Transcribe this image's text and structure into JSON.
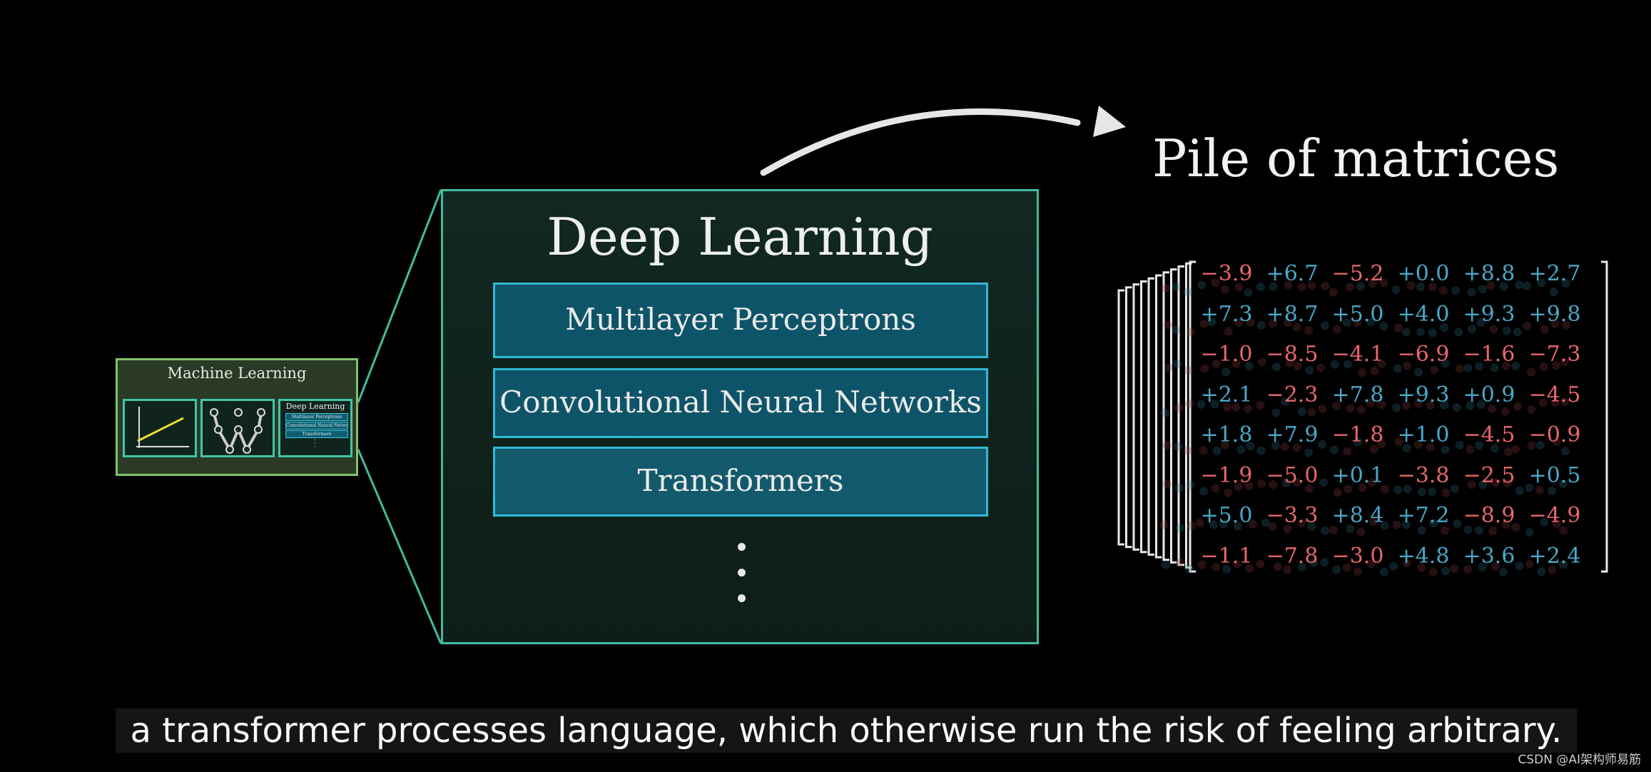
{
  "machine_learning": {
    "title": "Machine Learning",
    "deep_learning_mini": {
      "title": "Deep Learning",
      "items": [
        "Multilayer Perceptrons",
        "Convolutional Neural Networks",
        "Transformers"
      ]
    }
  },
  "deep_learning": {
    "title": "Deep Learning",
    "items": [
      "Multilayer Perceptrons",
      "Convolutional Neural Networks",
      "Transformers"
    ]
  },
  "pile": {
    "title": "Pile of matrices",
    "matrix": [
      [
        "−3.9",
        "+6.7",
        "−5.2",
        "+0.0",
        "+8.8",
        "+2.7"
      ],
      [
        "+7.3",
        "+8.7",
        "+5.0",
        "+4.0",
        "+9.3",
        "+9.8"
      ],
      [
        "−1.0",
        "−8.5",
        "−4.1",
        "−6.9",
        "−1.6",
        "−7.3"
      ],
      [
        "+2.1",
        "−2.3",
        "+7.8",
        "+9.3",
        "+0.9",
        "−4.5"
      ],
      [
        "+1.8",
        "+7.9",
        "−1.8",
        "+1.0",
        "−4.5",
        "−0.9"
      ],
      [
        "−1.9",
        "−5.0",
        "+0.1",
        "−3.8",
        "−2.5",
        "+0.5"
      ],
      [
        "+5.0",
        "−3.3",
        "+8.4",
        "+7.2",
        "−8.9",
        "−4.9"
      ],
      [
        "−1.1",
        "−7.8",
        "−3.0",
        "+4.8",
        "+3.6",
        "+2.4"
      ]
    ],
    "colors": {
      "positive": "#4aa8c8",
      "negative": "#e8676b"
    }
  },
  "subtitle": "a transformer processes language, which otherwise run the risk of feeling arbitrary.",
  "watermark": "CSDN @AI架构师易筋"
}
